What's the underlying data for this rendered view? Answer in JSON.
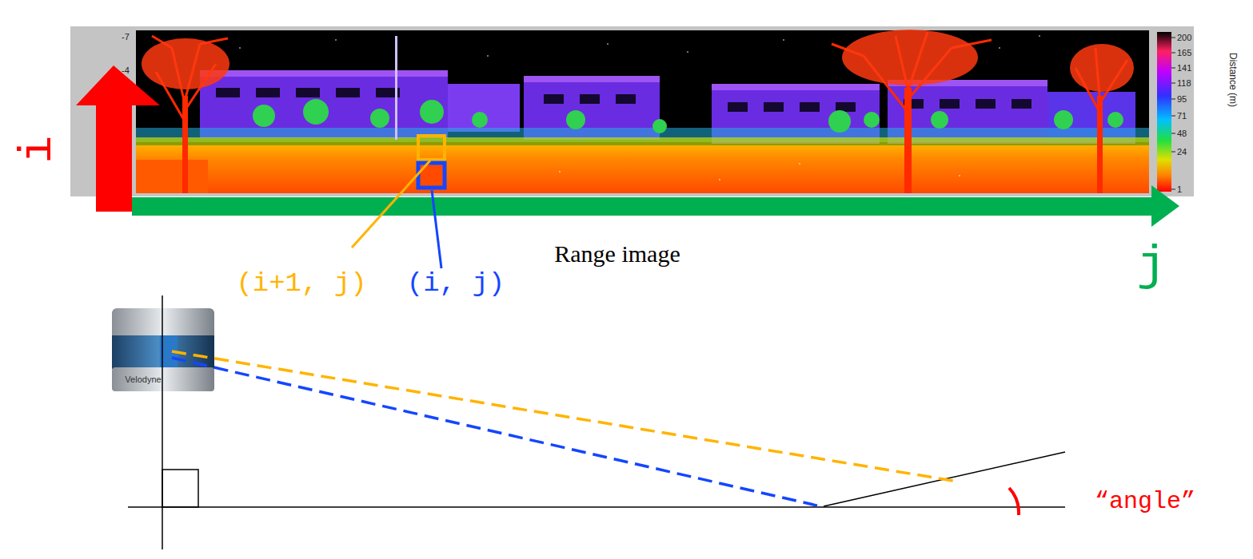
{
  "diagram": {
    "labels": [
      "-7",
      "-4",
      "200",
      "165",
      "141",
      "118",
      "95",
      "71",
      "48",
      "24",
      "1",
      "Distance (m)",
      "i",
      "j",
      "(i+1, j)",
      "(i, j)",
      "Range image",
      "Velodyne",
      "“angle”"
    ]
  }
}
